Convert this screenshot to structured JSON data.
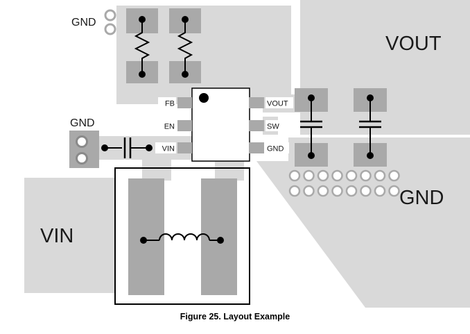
{
  "figure": {
    "caption": "Figure 25. Layout Example"
  },
  "regions": {
    "vin": "VIN",
    "vout": "VOUT",
    "gnd": "GND"
  },
  "labels": {
    "gnd_top": "GND",
    "gnd_input": "GND"
  },
  "ic": {
    "pins_left": [
      {
        "name": "FB"
      },
      {
        "name": "EN"
      },
      {
        "name": "VIN"
      }
    ],
    "pins_right": [
      {
        "name": "VOUT"
      },
      {
        "name": "SW"
      },
      {
        "name": "GND"
      }
    ]
  },
  "colors": {
    "copper_pour": "#d9d9d9",
    "pad": "#a9a9a9",
    "background": "#ffffff",
    "symbol": "#000000"
  }
}
